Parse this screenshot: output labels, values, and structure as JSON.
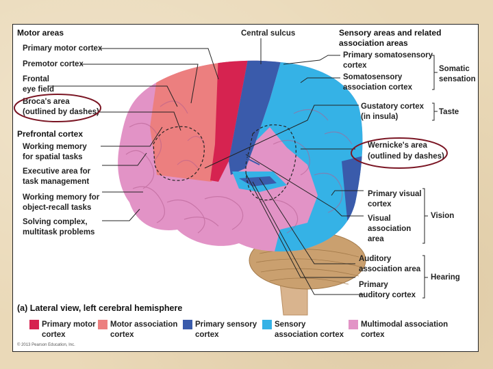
{
  "labels": {
    "motor_areas": "Motor areas",
    "primary_motor_cortex": "Primary motor cortex",
    "premotor_cortex": "Premotor cortex",
    "frontal_eye_field_1": "Frontal",
    "frontal_eye_field_2": "eye field",
    "brocas_area_1": "Broca's area",
    "brocas_area_2": "(outlined by dashes)",
    "prefrontal_cortex": "Prefrontal cortex",
    "working_memory_spatial_1": "Working memory",
    "working_memory_spatial_2": "for spatial tasks",
    "executive_area_1": "Executive area for",
    "executive_area_2": "task management",
    "working_memory_object_1": "Working memory for",
    "working_memory_object_2": "object-recall tasks",
    "solving_complex_1": "Solving complex,",
    "solving_complex_2": "multitask problems",
    "central_sulcus": "Central sulcus",
    "sensory_areas_1": "Sensory areas and related",
    "sensory_areas_2": "association areas",
    "primary_somatosensory_1": "Primary somatosensory",
    "primary_somatosensory_2": "cortex",
    "somatosensory_assoc_1": "Somatosensory",
    "somatosensory_assoc_2": "association cortex",
    "somatic_1": "Somatic",
    "somatic_2": "sensation",
    "gustatory_1": "Gustatory cortex",
    "gustatory_2": "(in insula)",
    "taste": "Taste",
    "wernickes_1": "Wernicke's area",
    "wernickes_2": "(outlined by dashes)",
    "primary_visual_1": "Primary visual",
    "primary_visual_2": "cortex",
    "visual_assoc_1": "Visual",
    "visual_assoc_2": "association",
    "visual_assoc_3": "area",
    "vision": "Vision",
    "auditory_assoc_1": "Auditory",
    "auditory_assoc_2": "association area",
    "primary_auditory_1": "Primary",
    "primary_auditory_2": "auditory cortex",
    "hearing": "Hearing",
    "caption": "(a) Lateral view, left cerebral hemisphere",
    "copyright": "© 2013 Pearson Education, Inc."
  },
  "legend": [
    {
      "line1": "Primary motor",
      "line2": "cortex",
      "color": "#d62350"
    },
    {
      "line1": "Motor association",
      "line2": "cortex",
      "color": "#ec7f7f"
    },
    {
      "line1": "Primary sensory",
      "line2": "cortex",
      "color": "#3a5bab"
    },
    {
      "line1": "Sensory",
      "line2": "association cortex",
      "color": "#35b2e6"
    },
    {
      "line1": "Multimodal association",
      "line2": "cortex",
      "color": "#e293c6"
    }
  ],
  "colors": {
    "highlight_circle": "#7a1523",
    "cerebellum": "#caa06f",
    "brainstem": "#d9b48e",
    "background": "#ead9b8"
  }
}
